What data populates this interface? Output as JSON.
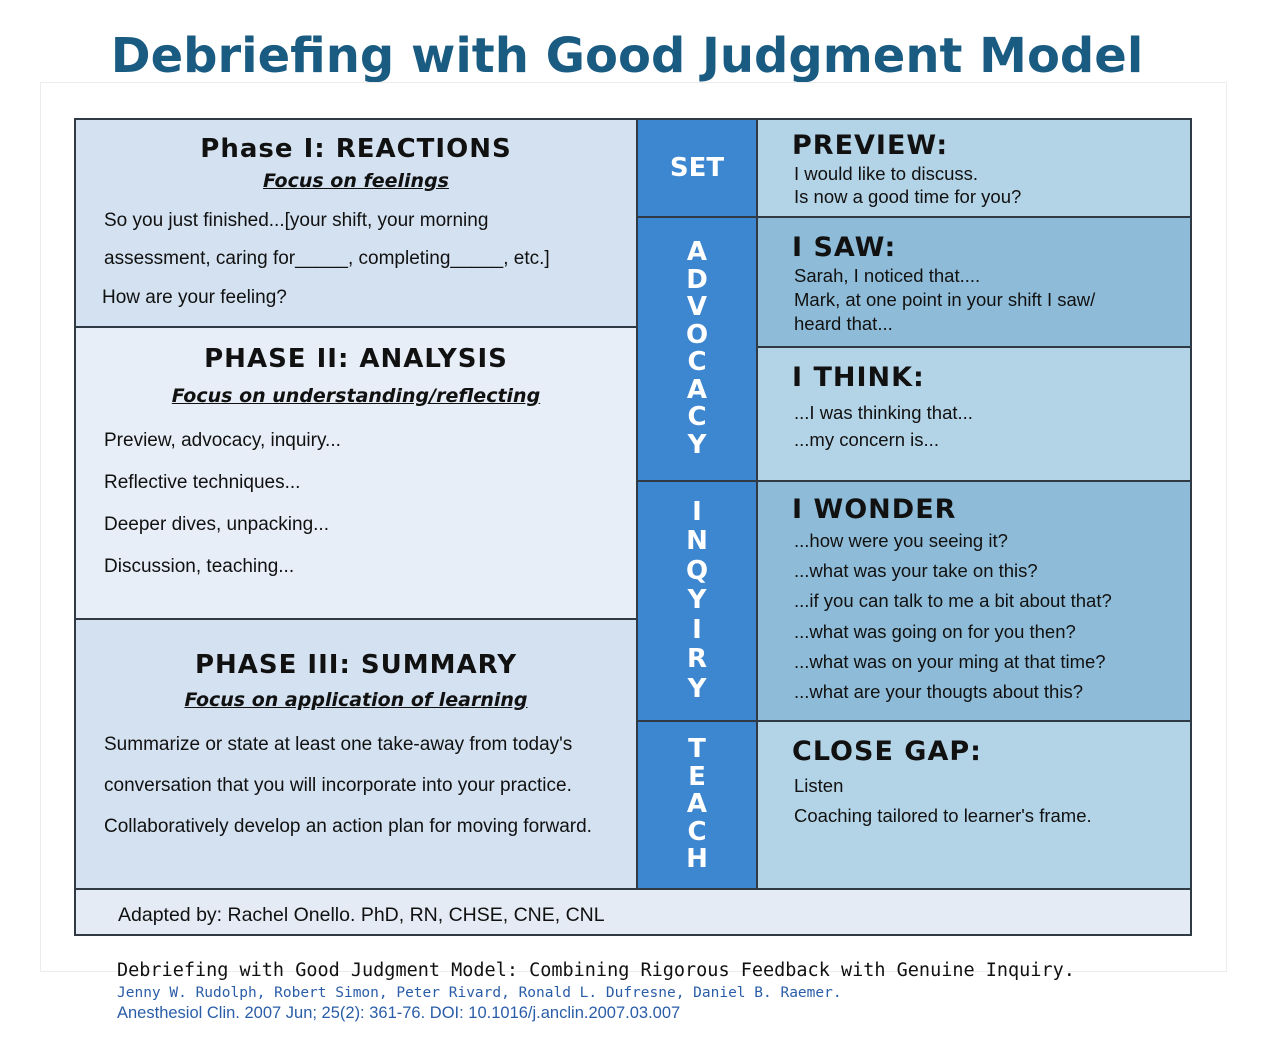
{
  "title": "Debriefing with Good Judgment Model",
  "phases": [
    {
      "title": "Phase I: REACTIONS",
      "focus": "Focus on feelings",
      "lines": [
        "So you just finished...[your shift, your morning",
        "assessment, caring for_____, completing_____, etc.]",
        "How are your feeling?"
      ]
    },
    {
      "title": "PHASE II: ANALYSIS",
      "focus": "Focus on understanding/reflecting",
      "lines": [
        "Preview, advocacy, inquiry...",
        "Reflective techniques...",
        "Deeper dives, unpacking...",
        "Discussion, teaching..."
      ]
    },
    {
      "title": "PHASE III: SUMMARY",
      "focus": "Focus on application of learning",
      "lines": [
        "Summarize or state at least one take-away from today's",
        "conversation that you will incorporate into your practice.",
        "Collaboratively develop an action plan for moving forward."
      ]
    }
  ],
  "stages": [
    {
      "label": "SET",
      "vertical": false
    },
    {
      "label": "ADVOCACY",
      "vertical": true
    },
    {
      "label": "INQYIRY",
      "vertical": true
    },
    {
      "label": "TEACH",
      "vertical": true
    }
  ],
  "prompts": [
    {
      "heading": "PREVIEW:",
      "lines": [
        "I would like to discuss.",
        "Is now a good time for you?"
      ]
    },
    {
      "heading": "I SAW:",
      "lines": [
        "Sarah, I noticed that....",
        "Mark, at one point in your shift I saw/",
        "heard that..."
      ]
    },
    {
      "heading": "I THINK:",
      "lines": [
        "...I was thinking that...",
        "...my concern is..."
      ]
    },
    {
      "heading": "I WONDER",
      "lines": [
        "...how were you seeing it?",
        "...what was your take on this?",
        "...if you can talk to me a bit about that?",
        "...what was going on for you then?",
        "...what was on your ming at that time?",
        "...what are your thougts about this?"
      ]
    },
    {
      "heading": "CLOSE GAP:",
      "lines": [
        "Listen",
        "Coaching tailored to learner's frame."
      ]
    }
  ],
  "footer": "Adapted by: Rachel Onello. PhD, RN, CHSE, CNE, CNL",
  "citation": {
    "title": "Debriefing with Good Judgment Model: Combining Rigorous Feedback with Genuine Inquiry.",
    "authors": "Jenny W. Rudolph, Robert Simon, Peter Rivard, Ronald L. Dufresne, Daniel B. Raemer.",
    "source": "Anesthesiol Clin. 2007 Jun; 25(2): 361-76.  DOI: 10.1016/j.anclin.2007.03.007"
  },
  "colors": {
    "title": "#1a5b82",
    "stage_blue": "#3d86d0",
    "prompt_light": "#b3d3e6",
    "prompt_dark": "#8ebcd8",
    "phase_light": "#d3e1f0",
    "phase_pale": "#e7eef7"
  }
}
